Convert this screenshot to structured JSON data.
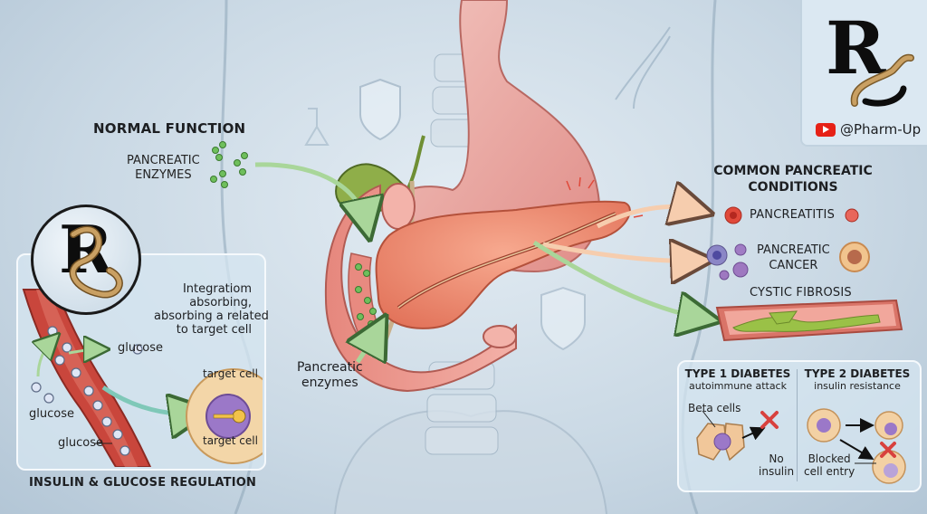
{
  "brand": {
    "handle": "@Pharm-Up",
    "logo_letter": "R",
    "logo_icon": "rx-serpent-icon",
    "youtube_icon": "youtube-icon",
    "youtube_color": "#e62117"
  },
  "normal_function": {
    "heading": "NORMAL FUNCTION",
    "enzymes_label_line1": "PANCREATIC",
    "enzymes_label_line2": "ENZYMES",
    "duodenum_label_line1": "Pancreatic",
    "duodenum_label_line2": "enzymes",
    "enzyme_color": "#5fb556"
  },
  "insulin_panel": {
    "title": "INSULIN & GLUCOSE REGULATION",
    "description": [
      "Integratiom",
      "absorbing,",
      "absorbing a related",
      "to target cell"
    ],
    "glucose_labels": [
      "glucose",
      "glucose",
      "glucose"
    ],
    "target_cell_labels": [
      "target cell",
      "target cell"
    ],
    "key_icon": "key-icon"
  },
  "conditions": {
    "heading_line1": "COMMON PANCREATIC",
    "heading_line2": "CONDITIONS",
    "items": [
      {
        "name": "PANCREATITIS",
        "icon": "inflamed-cell-icon",
        "color": "#e0493a"
      },
      {
        "name_line1": "PANCREATIC",
        "name_line2": "CANCER",
        "icon": "cancer-cell-icon",
        "color": "#8a6fb8"
      },
      {
        "name": "CYSTIC FIBROSIS",
        "icon": "blocked-duct-icon",
        "color": "#8fb63a"
      }
    ]
  },
  "diabetes": {
    "type1": {
      "title": "TYPE 1 DIABETES",
      "subtitle": "autoimmune attack",
      "cell_label": "Beta cells",
      "result_line1": "No",
      "result_line2": "insulin"
    },
    "type2": {
      "title": "TYPE 2 DIABETES",
      "subtitle": "insulin resistance",
      "result_line1": "Blocked",
      "result_line2": "cell entry"
    },
    "x_color": "#d8413e"
  }
}
